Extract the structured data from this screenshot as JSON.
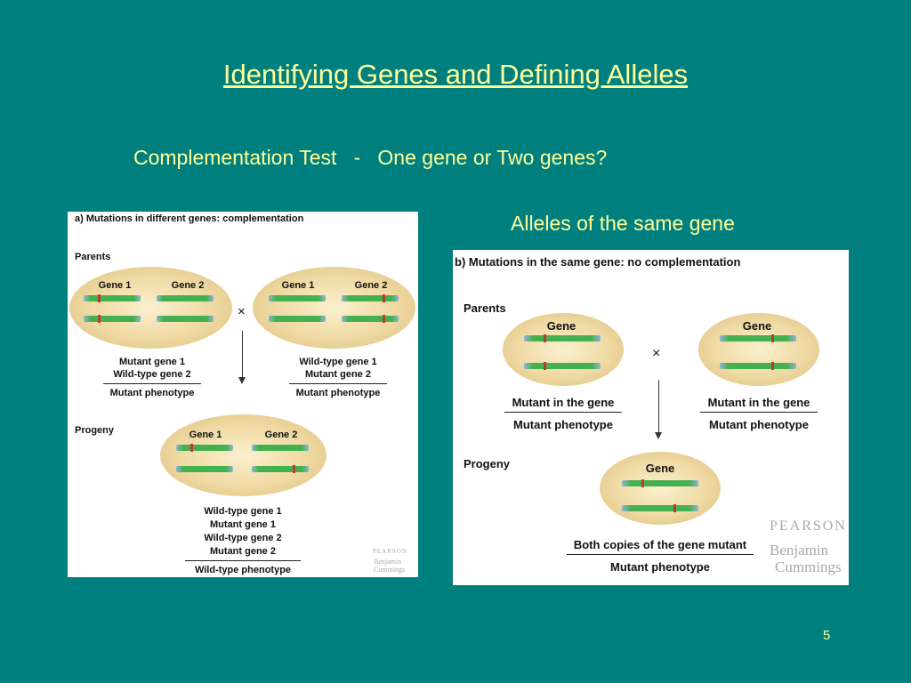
{
  "slide": {
    "title": "Identifying Genes and Defining Alleles",
    "subtitle": "Complementation Test   -   One gene or Two genes?",
    "right_heading": "Alleles of the same gene",
    "slide_number": "5"
  },
  "panel_a": {
    "heading": "a) Mutations in different genes: complementation",
    "parents_label": "Parents",
    "progeny_label": "Progeny",
    "gene1": "Gene 1",
    "gene2": "Gene 2",
    "cross": "×",
    "left_parent": {
      "line1": "Mutant gene 1",
      "line2": "Wild-type gene 2",
      "phenotype": "Mutant phenotype"
    },
    "right_parent": {
      "line1": "Wild-type gene 1",
      "line2": "Mutant gene 2",
      "phenotype": "Mutant phenotype"
    },
    "progeny": {
      "line1": "Wild-type gene 1",
      "line2": "Mutant gene 1",
      "line3": "Wild-type gene 2",
      "line4": "Mutant gene 2",
      "phenotype": "Wild-type phenotype"
    },
    "logo": {
      "pearson": "PEARSON",
      "line1": "Benjamin",
      "line2": "Cummings"
    }
  },
  "panel_b": {
    "heading": "b) Mutations in the same gene: no complementation",
    "parents_label": "Parents",
    "progeny_label": "Progeny",
    "gene": "Gene",
    "cross": "×",
    "left_parent": {
      "line1": "Mutant in the gene",
      "phenotype": "Mutant phenotype"
    },
    "right_parent": {
      "line1": "Mutant in the gene",
      "phenotype": "Mutant phenotype"
    },
    "progeny": {
      "line1": "Both copies of the gene mutant",
      "phenotype": "Mutant phenotype"
    },
    "logo": {
      "pearson": "PEARSON",
      "line1": "Benjamin",
      "line2": "Cummings"
    }
  },
  "colors": {
    "background": "#007F7F",
    "text_accent": "#FFFF99",
    "chromosome": "#45b04f",
    "mutation": "#c0392b",
    "oval": "#efd9a2"
  }
}
